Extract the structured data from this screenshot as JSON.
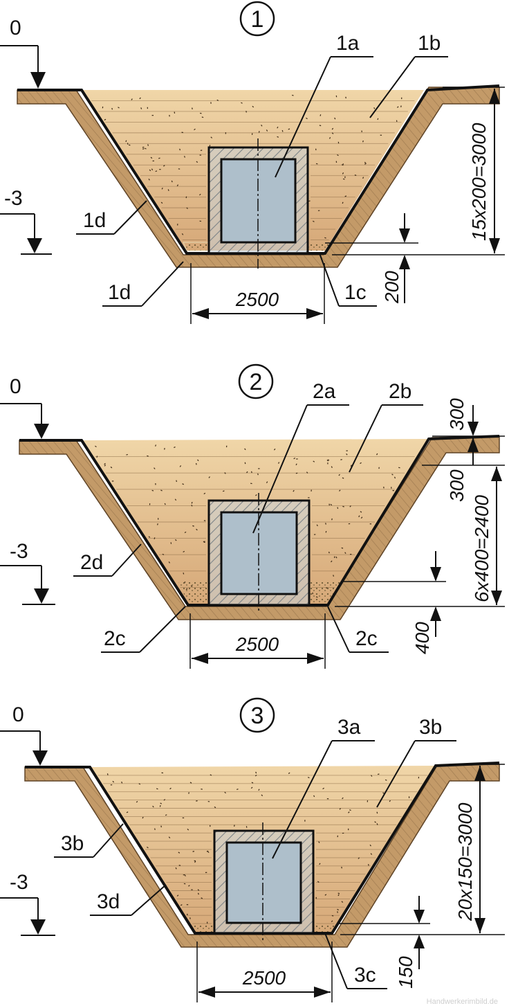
{
  "colors": {
    "soil": "#c39a68",
    "soil_edge": "#9d7648",
    "fill_top": "#f0d6a8",
    "fill_bottom": "#d6a878",
    "wall": "#c9d4dc",
    "cavity": "#aebfcb",
    "sand": "#e7d9b4",
    "ink": "#111111"
  },
  "panels": [
    {
      "number": "1",
      "level_top": "0",
      "level_bottom": "-3",
      "labels": {
        "pipe": "1a",
        "backfill": "1b",
        "bedding": "1c",
        "wall_upper": "1d",
        "wall_lower": "1d"
      },
      "dims": {
        "width": "2500",
        "layers": "15x200=3000",
        "step": "200"
      }
    },
    {
      "number": "2",
      "level_top": "0",
      "level_bottom": "-3",
      "labels": {
        "pipe": "2a",
        "backfill": "2b",
        "bedding_left": "2c",
        "bedding_right": "2c",
        "wall": "2d"
      },
      "dims": {
        "width": "2500",
        "top": "300",
        "mid": "300",
        "layers": "6x400=2400",
        "step": "400"
      }
    },
    {
      "number": "3",
      "level_top": "0",
      "level_bottom": "-3",
      "labels": {
        "pipe": "3a",
        "backfill": "3b",
        "backfill_side": "3b",
        "wall": "3d",
        "bedding": "3c"
      },
      "dims": {
        "width": "2500",
        "layers": "20x150=3000",
        "step": "150"
      }
    }
  ],
  "watermark": "Handwerkerimbild.de"
}
